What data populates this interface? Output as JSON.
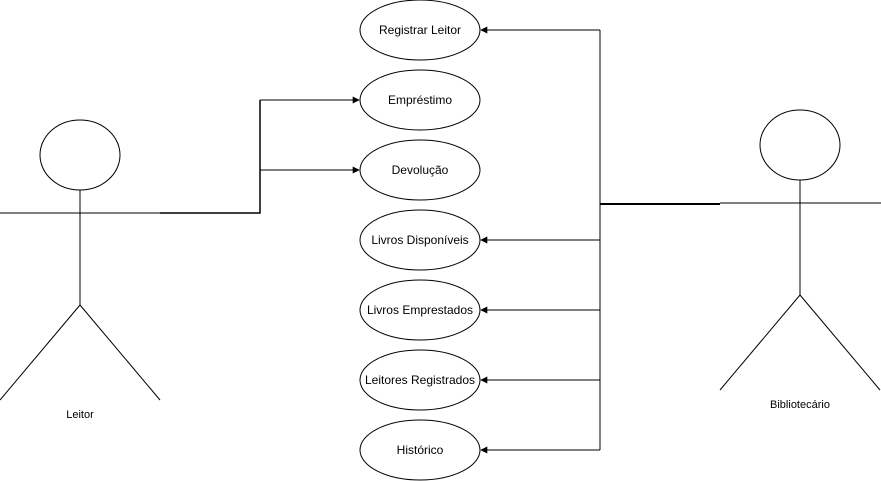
{
  "actors": {
    "leitor": {
      "label": "Leitor"
    },
    "bibliotecario": {
      "label": "Bibliotecário"
    }
  },
  "use_cases": [
    {
      "id": "registrar-leitor",
      "label": "Registrar Leitor"
    },
    {
      "id": "emprestimo",
      "label": "Empréstimo"
    },
    {
      "id": "devolucao",
      "label": "Devolução"
    },
    {
      "id": "livros-disponiveis",
      "label": "Livros Disponíveis"
    },
    {
      "id": "livros-emprestados",
      "label": "Livros Emprestados"
    },
    {
      "id": "leitores-registrados",
      "label": "Leitores Registrados"
    },
    {
      "id": "historico",
      "label": "Histórico"
    }
  ],
  "colors": {
    "stroke": "#000000",
    "fill": "#ffffff"
  }
}
